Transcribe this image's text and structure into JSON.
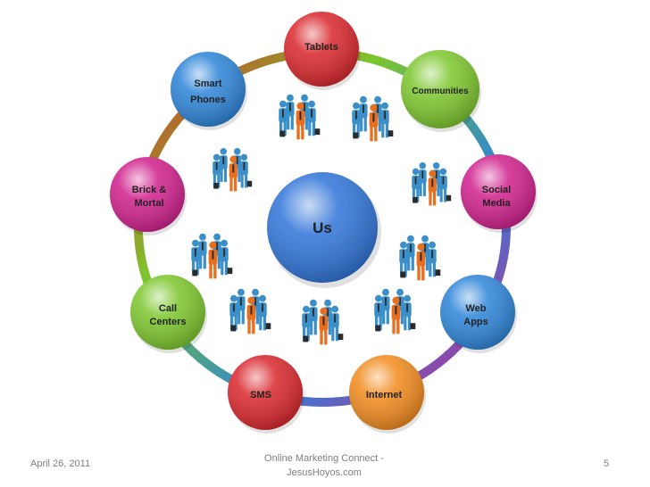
{
  "center": {
    "label": "Us",
    "color": "#2f74d8"
  },
  "ring_nodes": [
    {
      "key": "tablets",
      "label": [
        "Tablets"
      ],
      "color": "#d9262b"
    },
    {
      "key": "communities",
      "label": [
        "Communities"
      ],
      "color": "#7cc62c"
    },
    {
      "key": "social-media",
      "label": [
        "Social",
        "Media"
      ],
      "color": "#d01f8c"
    },
    {
      "key": "web-apps",
      "label": [
        "Web",
        "Apps"
      ],
      "color": "#2c84d8"
    },
    {
      "key": "internet",
      "label": [
        "Internet"
      ],
      "color": "#f28a1c"
    },
    {
      "key": "sms",
      "label": [
        "SMS"
      ],
      "color": "#d9262b"
    },
    {
      "key": "call-centers",
      "label": [
        "Call",
        "Centers"
      ],
      "color": "#7cc62c"
    },
    {
      "key": "brick-mortal",
      "label": [
        "Brick &",
        "Mortal"
      ],
      "color": "#d01f8c"
    },
    {
      "key": "smart-phones",
      "label": [
        "Smart",
        "Phones"
      ],
      "color": "#2c84d8"
    }
  ],
  "ring_colors": {
    "start": "#d9262b",
    "mid1": "#7cc62c",
    "mid2": "#2c84d8",
    "end": "#d01f8c"
  },
  "people_colors": {
    "blue": "#3a8fc9",
    "orange": "#e86f1f",
    "dark": "#2a2a2a"
  },
  "footer": {
    "date": "April 26, 2011",
    "center_line1": "Online Marketing Connect -",
    "center_line2": "JesusHoyos.com",
    "page": "5"
  }
}
